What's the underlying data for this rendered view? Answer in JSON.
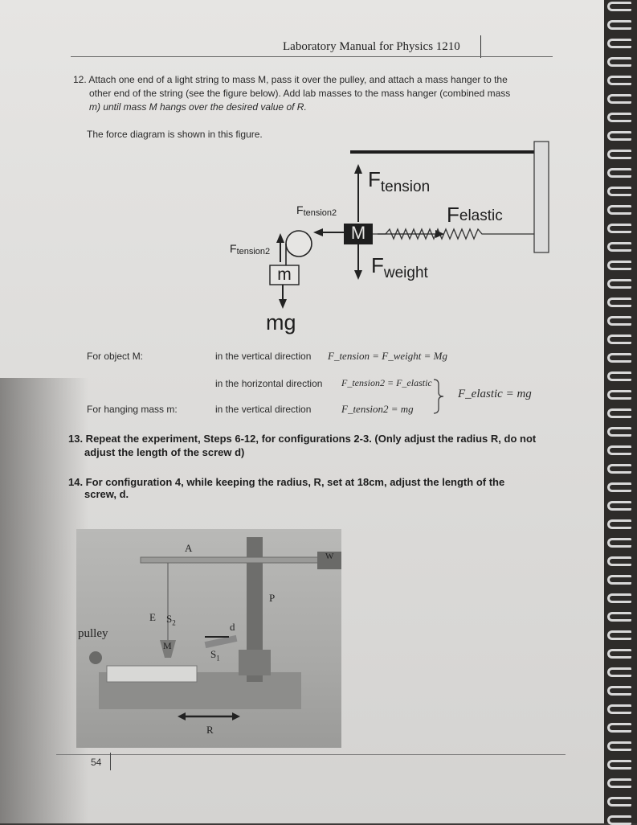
{
  "header": {
    "title": "Laboratory Manual for Physics 1210"
  },
  "step12": {
    "line1": "12. Attach one end of a light string to mass M, pass it over the pulley, and attach a mass hanger to the",
    "line2": "other end of the string (see the figure below).  Add lab masses to the mass hanger (combined mass",
    "line3": "m) until mass M hangs over the desired value of R.",
    "figure_note": "The force diagram is shown in this figure."
  },
  "diagram": {
    "f_tension_main": "F",
    "f_tension_sub": "tension",
    "f_tension2_top_main": "F",
    "f_tension2_top_sub": "tension2",
    "f_tension2_left_main": "F",
    "f_tension2_left_sub": "tension2",
    "f_elastic_main": "F",
    "f_elastic_sub": "elastic",
    "f_weight_main": "F",
    "f_weight_sub": "weight",
    "mass_big": "M",
    "mass_small": "m",
    "mg": "mg"
  },
  "equations": {
    "object_label": "For object M:",
    "vertical_dir": "in the vertical direction",
    "vertical_eq": "F_tension = F_weight = Mg",
    "horizontal_dir": "in the horizontal direction",
    "horizontal_eq": "F_tension2 = F_elastic",
    "hanging_label": "For hanging mass m:",
    "hanging_dir": "in the vertical direction",
    "hanging_eq": "F_tension2 = mg",
    "result": "F_elastic = mg"
  },
  "step13": {
    "line1": "13. Repeat the experiment, Steps 6-12, for configurations 2-3. (Only adjust the radius R, do not",
    "line2": "adjust the length of the screw d)"
  },
  "step14": {
    "line1": "14. For configuration 4, while keeping the radius, R, set at 18cm, adjust the length of the",
    "line2": "screw, d."
  },
  "photo": {
    "pulley_label": "pulley",
    "label_A": "A",
    "label_E": "E",
    "label_S2": "S",
    "label_S2_sub": "2",
    "label_M": "M",
    "label_S1": "S",
    "label_S1_sub": "1",
    "label_d": "d",
    "label_P": "P",
    "label_W": "W",
    "label_R": "R"
  },
  "footer": {
    "page_number": "54"
  }
}
